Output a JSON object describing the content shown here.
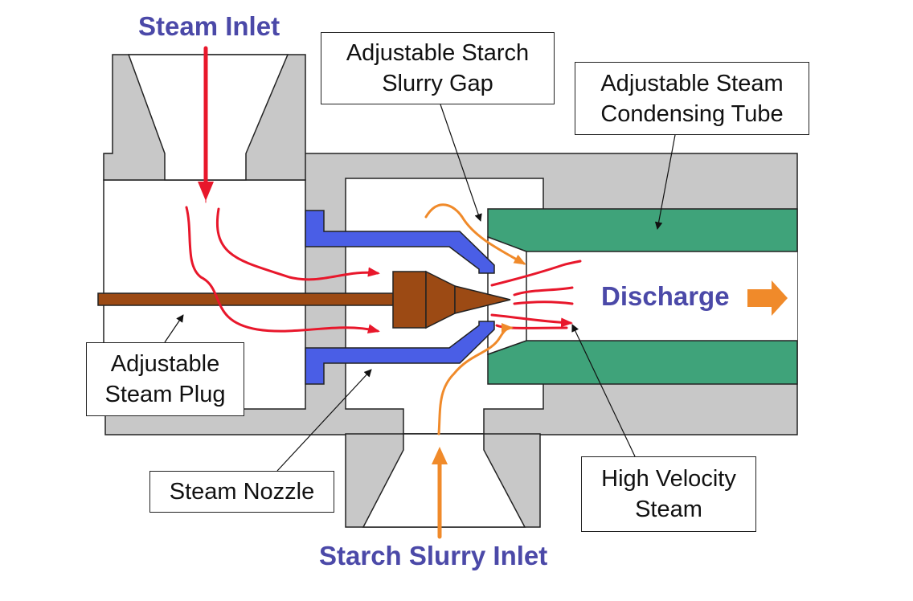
{
  "labels": {
    "steam_inlet": "Steam Inlet",
    "starch_slurry_inlet": "Starch Slurry Inlet",
    "discharge": "Discharge"
  },
  "callouts": {
    "starch_slurry_gap": "Adjustable Starch\nSlurry Gap",
    "condensing_tube": "Adjustable Steam\nCondensing Tube",
    "steam_plug": "Adjustable\nSteam Plug",
    "steam_nozzle": "Steam Nozzle",
    "high_velocity_steam": "High Velocity\nSteam"
  },
  "colors": {
    "body_gray": "#c8c8c8",
    "nozzle_blue": "#4a5ee6",
    "tube_green": "#3fa37a",
    "plug_brown": "#9c4a14",
    "steam_red": "#e8172b",
    "slurry_orange": "#f08a2a",
    "label_purple": "#4b49a8"
  }
}
